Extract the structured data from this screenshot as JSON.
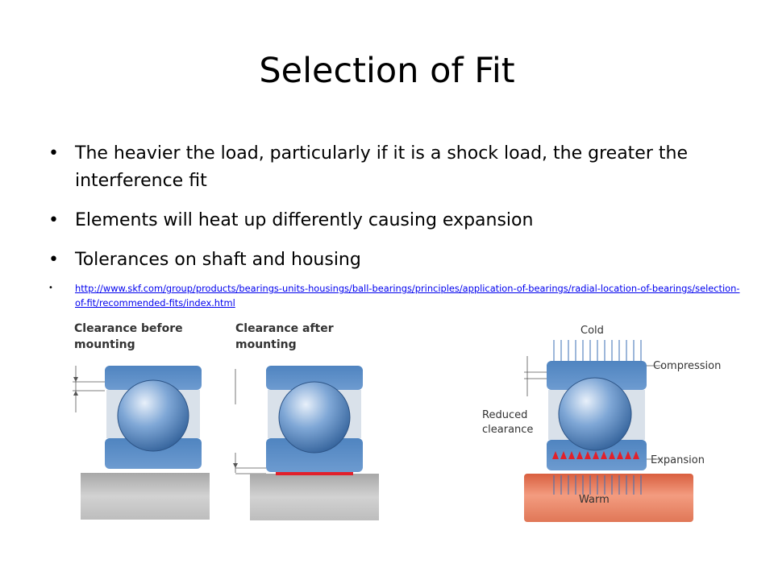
{
  "slide": {
    "title": "Selection of Fit",
    "bullets": [
      "The heavier the load, particularly if it is a shock load, the greater the interference fit",
      "Elements will heat up differently causing expansion",
      "Tolerances on shaft and housing"
    ],
    "link": "http://www.skf.com/group/products/bearings-units-housings/ball-bearings/principles/application-of-bearings/radial-location-of-bearings/selection-of-fit/recommended-fits/index.html"
  },
  "figure_left": {
    "label_before_line1": "Clearance before",
    "label_before_line2": "mounting",
    "label_after_line1": "Clearance after",
    "label_after_line2": "mounting"
  },
  "figure_right": {
    "label_cold": "Cold",
    "label_compression": "Compression",
    "label_reduced_line1": "Reduced",
    "label_reduced_line2": "clearance",
    "label_expansion": "Expansion",
    "label_warm": "Warm"
  },
  "colors": {
    "ring_blue": "#5b8ec4",
    "ball_blue": "#6f9bd0",
    "cage_gray": "#c9d3de",
    "shaft_gray": "#b5b5b5",
    "interference_red": "#e2202a",
    "warm_shaft": "#e87f5e"
  }
}
